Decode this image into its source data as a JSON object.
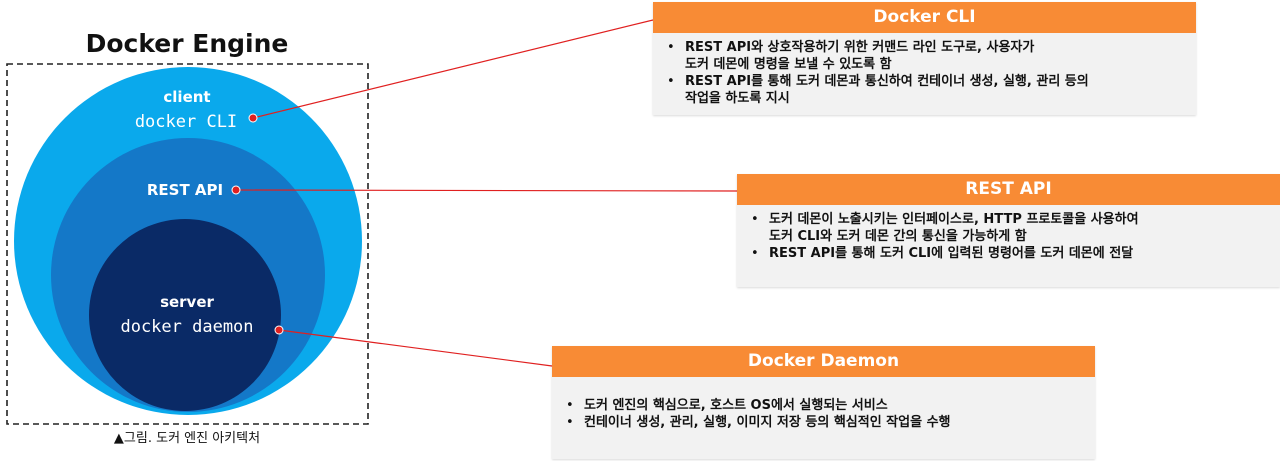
{
  "diagram": {
    "engine_title": "Docker Engine",
    "client_label": "client",
    "client_mono": "docker CLI",
    "rest_label": "REST API",
    "server_label": "server",
    "server_mono": "docker daemon",
    "caption": "▲그림. 도커 엔진 아키텍처"
  },
  "colors": {
    "outer_circle": "#0aa9ec",
    "middle_circle": "#1478c8",
    "inner_circle": "#0a2a66",
    "connector": "#e02020",
    "panel_header": "#f88b35",
    "panel_body": "#f2f2f2"
  },
  "panels": {
    "cli": {
      "title": "Docker CLI",
      "bullets": [
        "REST API와 상호작용하기 위한 커맨드 라인 도구로, 사용자가\n도커 데몬에 명령을 보낼 수 있도록 함",
        "REST API를 통해 도커 데몬과 통신하여 컨테이너 생성, 실행, 관리 등의\n작업을 하도록 지시"
      ]
    },
    "rest": {
      "title": "REST API",
      "bullets": [
        "도커 데몬이 노출시키는 인터페이스로, HTTP 프로토콜을 사용하여\n도커 CLI와 도커 데몬 간의 통신을 가능하게 함",
        "REST API를 통해 도커 CLI에 입력된 명령어를 도커 데몬에 전달"
      ]
    },
    "daemon": {
      "title": "Docker Daemon",
      "bullets": [
        "도커 엔진의 핵심으로, 호스트 OS에서 실행되는 서비스",
        "컨테이너 생성, 관리, 실행, 이미지 저장 등의 핵심적인 작업을 수행"
      ]
    }
  }
}
